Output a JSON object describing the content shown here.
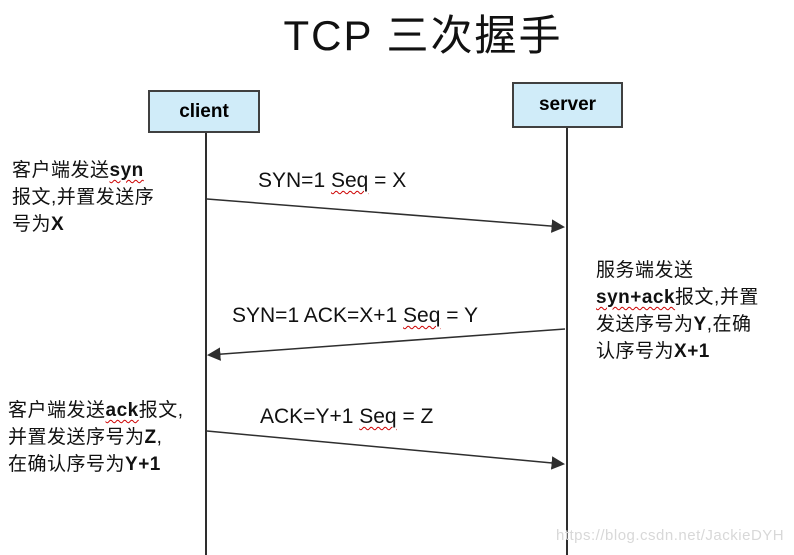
{
  "title": "TCP 三次握手",
  "actors": {
    "client": "client",
    "server": "server"
  },
  "messages": [
    {
      "name": "syn",
      "direction": "client-to-server",
      "segments": [
        [
          {
            "t": "SYN=1  "
          },
          {
            "t": "Seq",
            "w": true
          },
          {
            "t": " = X"
          }
        ]
      ]
    },
    {
      "name": "syn-ack",
      "direction": "server-to-client",
      "segments": [
        [
          {
            "t": "SYN=1  ACK=X+1 "
          },
          {
            "t": "Seq",
            "w": true
          },
          {
            "t": " = Y"
          }
        ]
      ]
    },
    {
      "name": "ack",
      "direction": "client-to-server",
      "segments": [
        [
          {
            "t": "ACK=Y+1 "
          },
          {
            "t": "Seq",
            "w": true
          },
          {
            "t": " = Z"
          }
        ]
      ]
    }
  ],
  "annotations": {
    "client_syn": [
      [
        {
          "t": "客户端发送"
        },
        {
          "t": "syn",
          "b": true,
          "w": true
        }
      ],
      [
        {
          "t": "报文,并置发送序"
        }
      ],
      [
        {
          "t": "号为"
        },
        {
          "t": "X",
          "b": true
        }
      ]
    ],
    "server_synack": [
      [
        {
          "t": "服务端发送"
        }
      ],
      [
        {
          "t": "syn+ack",
          "b": true,
          "w": true
        },
        {
          "t": "报文,并置"
        }
      ],
      [
        {
          "t": "发送序号为"
        },
        {
          "t": "Y",
          "b": true
        },
        {
          "t": ",在确"
        }
      ],
      [
        {
          "t": "认序号为"
        },
        {
          "t": "X+1",
          "b": true
        }
      ]
    ],
    "client_ack": [
      [
        {
          "t": "客户端发送"
        },
        {
          "t": "ack",
          "b": true,
          "w": true
        },
        {
          "t": "报文,"
        }
      ],
      [
        {
          "t": "并置发送序号为"
        },
        {
          "t": "Z",
          "b": true
        },
        {
          "t": ","
        }
      ],
      [
        {
          "t": "在确认序号为"
        },
        {
          "t": "Y+1",
          "b": true
        }
      ]
    ]
  },
  "watermark": "https://blog.csdn.net/JackieDYH",
  "colors": {
    "box_fill": "#d0ecf9",
    "box_border": "#404040",
    "line": "#2e2e2e",
    "spellcheck_underline": "#cc0000",
    "watermark_text": "#d8d8d8"
  }
}
